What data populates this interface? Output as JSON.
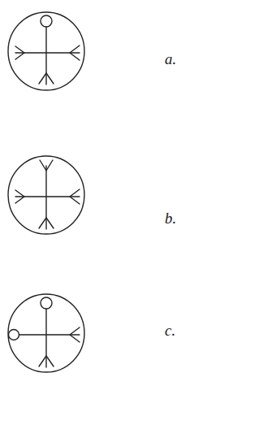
{
  "diagram": {
    "labels": [
      "a.",
      "b.",
      "c."
    ]
  }
}
